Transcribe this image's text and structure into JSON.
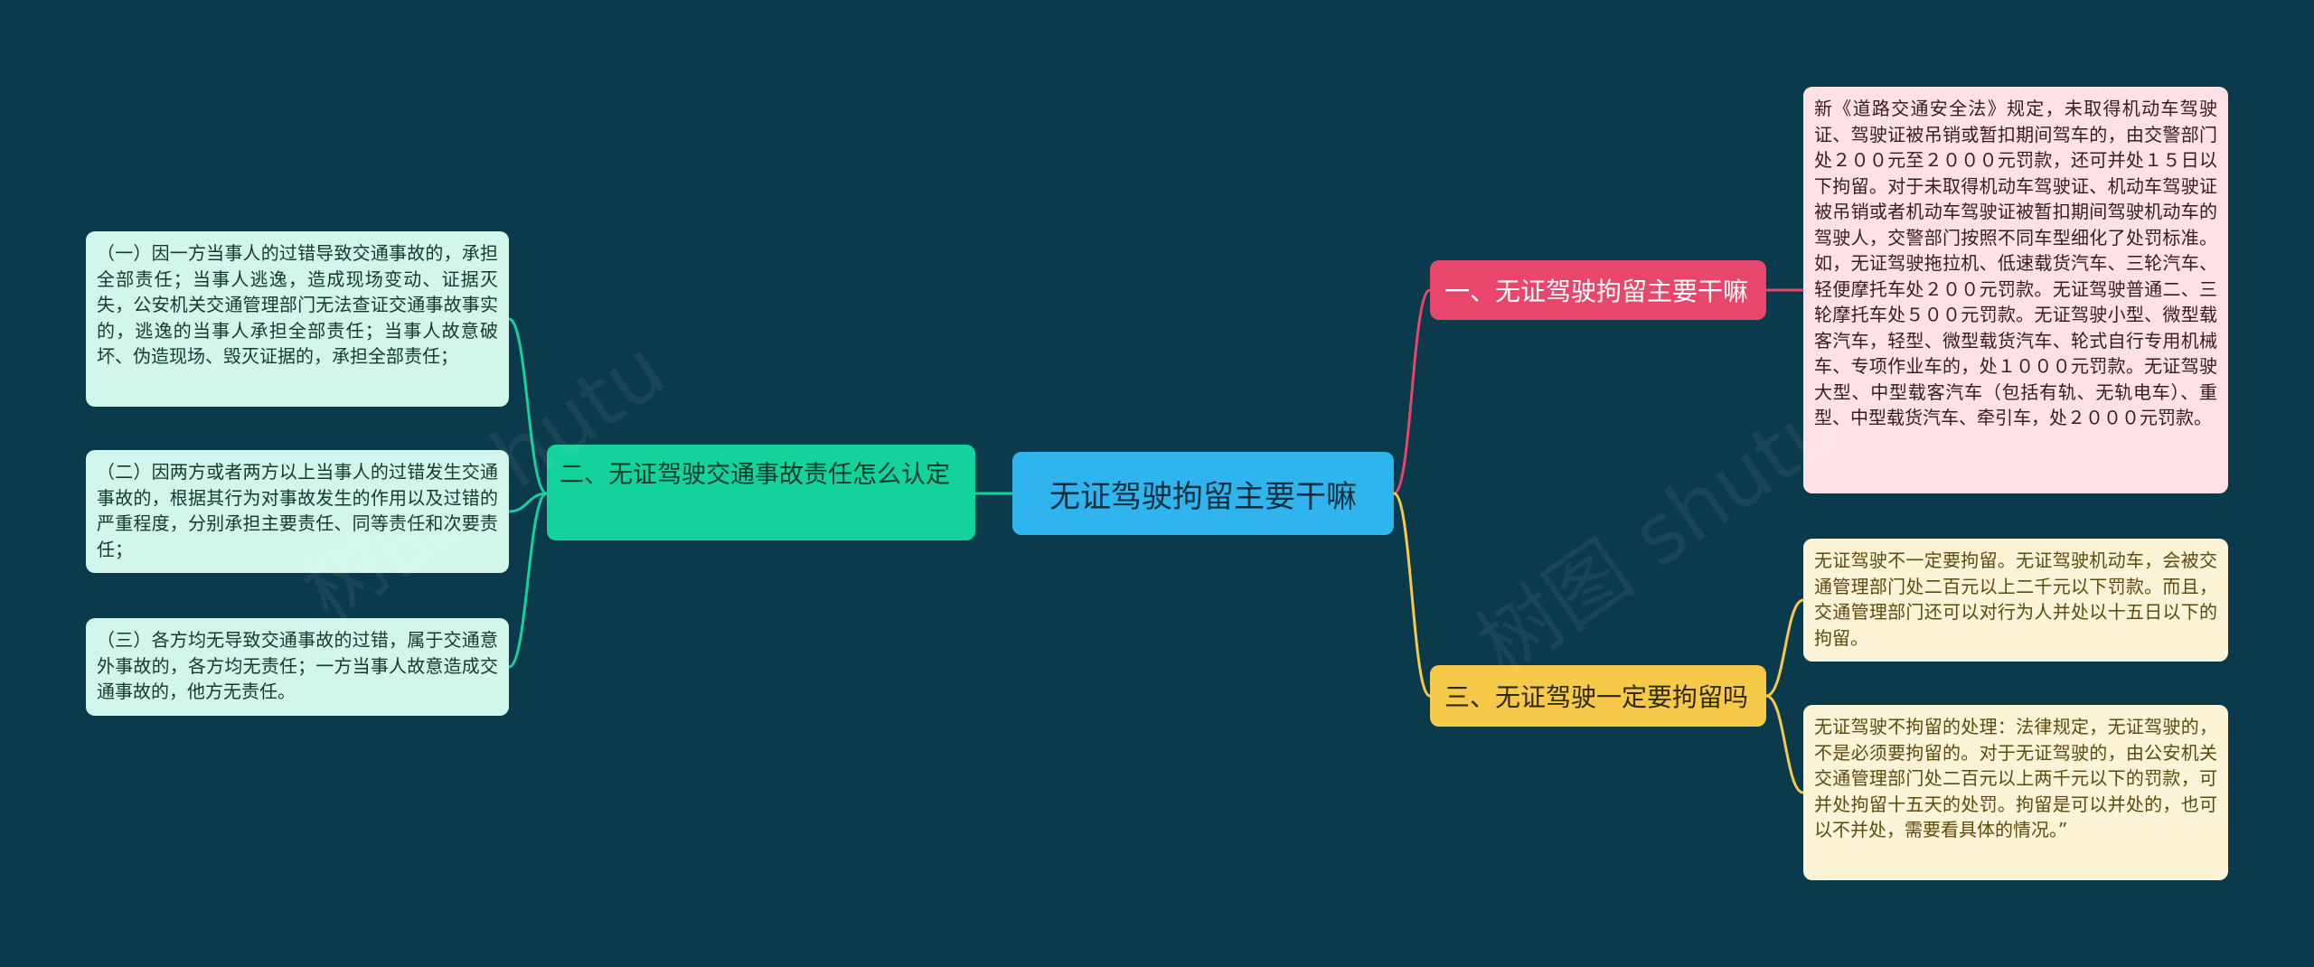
{
  "root": {
    "label": "无证驾驶拘留主要干嘛"
  },
  "branches": {
    "b1": {
      "label": "一、无证驾驶拘留主要干嘛",
      "leaf": "新《道路交通安全法》规定，未取得机动车驾驶证、驾驶证被吊销或暂扣期间驾车的，由交警部门处２００元至２０００元罚款，还可并处１５日以下拘留。对于未取得机动车驾驶证、机动车驾驶证被吊销或者机动车驾驶证被暂扣期间驾驶机动车的驾驶人，交警部门按照不同车型细化了处罚标准。如，无证驾驶拖拉机、低速载货汽车、三轮汽车、轻便摩托车处２００元罚款。无证驾驶普通二、三轮摩托车处５００元罚款。无证驾驶小型、微型载客汽车，轻型、微型载货汽车、轮式自行专用机械车、专项作业车的，处１０００元罚款。无证驾驶大型、中型载客汽车（包括有轨、无轨电车）、重型、中型载货汽车、牵引车，处２０００元罚款。"
    },
    "b2": {
      "label": "二、无证驾驶交通事故责任怎么认定",
      "leaves": [
        "（一）因一方当事人的过错导致交通事故的，承担全部责任；当事人逃逸，造成现场变动、证据灭失，公安机关交通管理部门无法查证交通事故事实的，逃逸的当事人承担全部责任；当事人故意破坏、伪造现场、毁灭证据的，承担全部责任；",
        "（二）因两方或者两方以上当事人的过错发生交通事故的，根据其行为对事故发生的作用以及过错的严重程度，分别承担主要责任、同等责任和次要责任；",
        "（三）各方均无导致交通事故的过错，属于交通意外事故的，各方均无责任；一方当事人故意造成交通事故的，他方无责任。"
      ]
    },
    "b3": {
      "label": "三、无证驾驶一定要拘留吗",
      "leaves": [
        "无证驾驶不一定要拘留。无证驾驶机动车，会被交通管理部门处二百元以上二千元以下罚款。而且，交通管理部门还可以对行为人并处以十五日以下的拘留。",
        "无证驾驶不拘留的处理：法律规定，无证驾驶的，不是必须要拘留的。对于无证驾驶的，由公安机关交通管理部门处二百元以上两千元以下的罚款，可并处拘留十五天的处罚。拘留是可以并处的，也可以不并处，需要看具体的情况。”"
      ]
    }
  },
  "watermarks": [
    "树图 shutu",
    "树图 shutu"
  ],
  "colors": {
    "background": "#0b3a4d",
    "root": "#2fb4ee",
    "branch1": "#e8466b",
    "branch2": "#14d29b",
    "branch3": "#f7c948"
  }
}
